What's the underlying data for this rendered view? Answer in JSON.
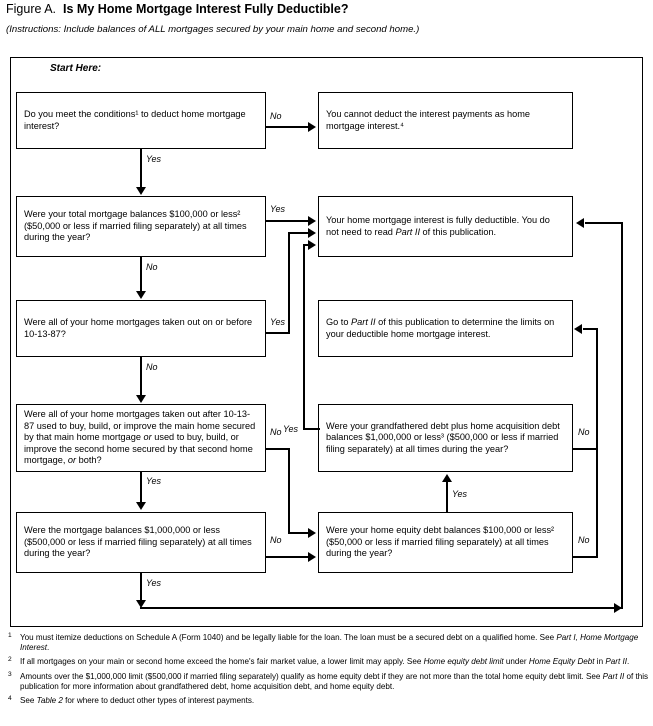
{
  "figure": {
    "label": "Figure A.",
    "title": "Is My Home Mortgage Interest Fully Deductible?",
    "instructions": "(Instructions: Include balances of ALL mortgages secured by your main home and second home.)",
    "start_here": "Start Here:"
  },
  "boxes": {
    "q1": "Do you meet the conditions¹ to deduct home mortgage interest?",
    "r_cannot": "You cannot deduct the interest payments as home mortgage interest.⁴",
    "q2": "Were your total mortgage balances $100,000 or less² ($50,000 or less if married filing separately) at all times during the year?",
    "r_fully": "Your home mortgage interest is fully deductible. You do not need to read Part II of this publication.",
    "q3": "Were all of your home mortgages taken out on or before 10-13-87?",
    "r_partii": "Go to Part II of this publication to determine the limits on your deductible home mortgage interest.",
    "q4": "Were all of your home mortgages taken out after 10-13-87 used to buy, build, or improve the main home secured by that main home mortgage or used to buy, build, or improve the second home secured by that second home mortgage, or both?",
    "q5": "Were your grandfathered debt plus home acquisition debt balances $1,000,000 or less³ ($500,000 or less if married filing separately) at all times during the year?",
    "q6": "Were the mortgage balances $1,000,000 or less ($500,000 or less if married filing separately) at all times during the year?",
    "q7": "Were your home equity debt balances $100,000 or less² ($50,000 or less if married filing separately) at all times during the year?"
  },
  "edge_labels": {
    "q1_no": "No",
    "q1_yes": "Yes",
    "q2_yes": "Yes",
    "q2_no": "No",
    "q3_yes": "Yes",
    "q3_no": "No",
    "q4_no": "No",
    "q4_yes": "Yes",
    "q5_yes": "Yes",
    "q5_no": "No",
    "q6_no": "No",
    "q6_yes": "Yes",
    "q7_yes": "Yes",
    "q7_no": "No"
  },
  "footnotes": [
    {
      "marker": "1",
      "text": "You must itemize deductions on Schedule A (Form 1040) and be legally liable for the loan. The loan must be a secured debt on a qualified home. See Part I, Home Mortgage Interest."
    },
    {
      "marker": "2",
      "text": "If all mortgages on your main or second home exceed the home's fair market value, a lower limit may apply. See Home equity debt limit under Home Equity Debt in Part II."
    },
    {
      "marker": "3",
      "text": "Amounts over the $1,000,000 limit ($500,000 if married filing separately) qualify as home equity debt if they are not more than the total home equity debt limit. See Part II of this publication for more information about grandfathered debt, home acquisition debt, and home equity debt."
    },
    {
      "marker": "4",
      "text": "See Table 2 for where to deduct other types of interest payments."
    }
  ]
}
